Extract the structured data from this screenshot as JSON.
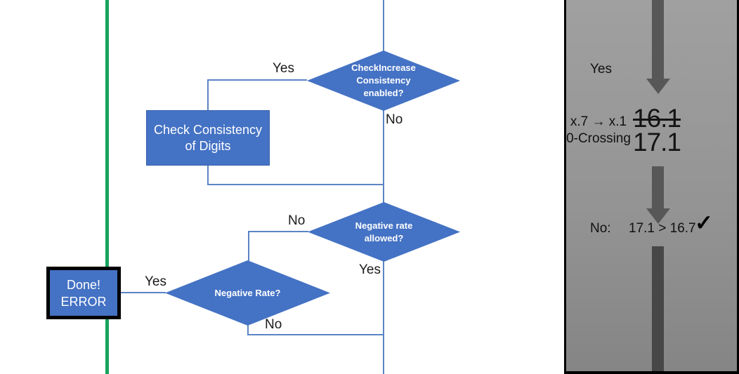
{
  "flowchart": {
    "decision_check_increase": {
      "line1": "CheckIncrease",
      "line2": "Consistency",
      "line3": "enabled?",
      "yes_label": "Yes",
      "no_label": "No"
    },
    "process_check_consistency": {
      "line1": "Check Consistency",
      "line2": "of Digits"
    },
    "decision_negative_rate_allowed": {
      "line1": "Negative rate",
      "line2": "allowed?",
      "no_label": "No",
      "yes_label": "Yes"
    },
    "decision_negative_rate": {
      "label": "Negative Rate?",
      "yes_label": "Yes",
      "no_label": "No"
    },
    "terminator_done_error": {
      "line1": "Done!",
      "line2": "ERROR"
    },
    "colors": {
      "shape_fill": "#4472C4",
      "connector_blue": "#5b84c4",
      "timeline_green": "#17A45B"
    }
  },
  "side_panel": {
    "yes_label": "Yes",
    "rule_line1": "x.7 → x.1",
    "rule_line2": "0-Crossing",
    "old_value": "16.1",
    "new_value": "17.1",
    "no_label": "No:",
    "comparison": "17.1 > 16.7",
    "check_mark": "✓",
    "colors": {
      "panel_gray_top": "#A0A0A0",
      "panel_gray_bottom": "#858585",
      "arrow_gray": "#575757"
    }
  }
}
